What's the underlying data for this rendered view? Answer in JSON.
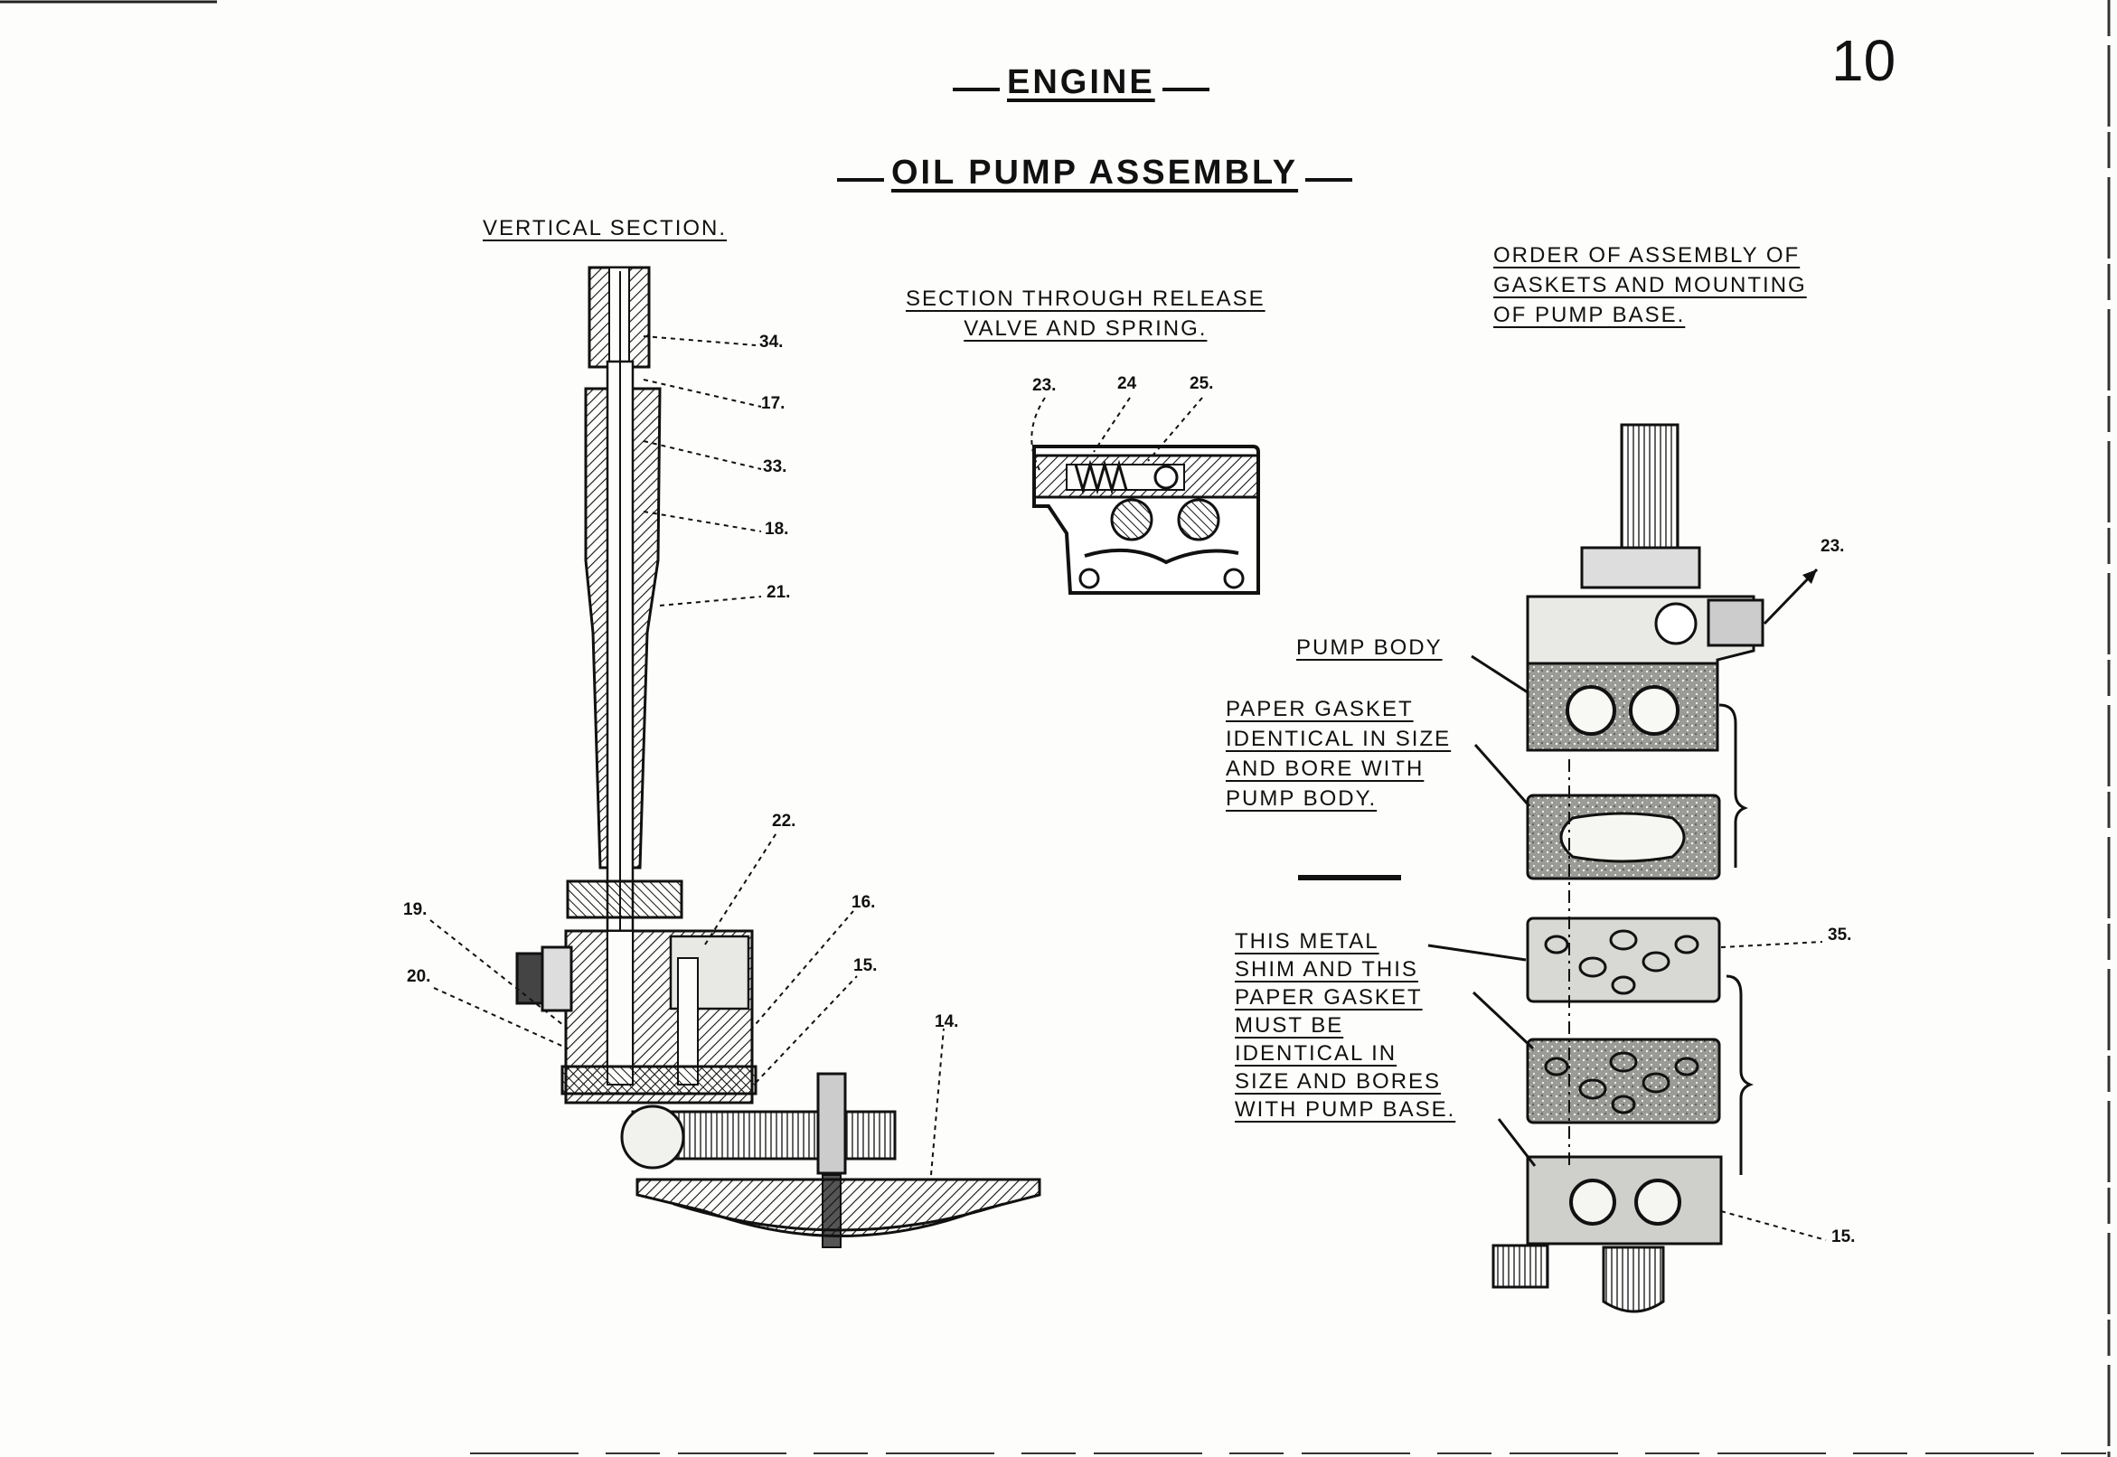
{
  "page": {
    "number": "10",
    "section": "ENGINE",
    "title": "OIL PUMP ASSEMBLY"
  },
  "views": {
    "vertical_section": "VERTICAL SECTION.",
    "release_valve": [
      "SECTION THROUGH RELEASE",
      "VALVE AND SPRING."
    ],
    "assembly_order": [
      "ORDER OF ASSEMBLY OF",
      "GASKETS AND MOUNTING",
      "OF PUMP BASE."
    ]
  },
  "callouts": {
    "pump_body": "PUMP BODY",
    "paper_gasket": [
      "PAPER GASKET",
      "IDENTICAL IN SIZE",
      "AND BORE WITH",
      "PUMP BODY."
    ],
    "metal_shim": [
      "THIS METAL",
      "SHIM AND THIS",
      "PAPER GASKET",
      "MUST BE",
      "IDENTICAL IN",
      "SIZE AND BORES",
      "WITH PUMP BASE."
    ]
  },
  "part_numbers": {
    "vertical": [
      "34.",
      "17.",
      "33.",
      "18.",
      "21.",
      "22.",
      "19.",
      "20.",
      "16.",
      "15.",
      "14."
    ],
    "valve": [
      "23.",
      "24",
      "25."
    ],
    "assembly": [
      "23.",
      "35.",
      "15."
    ]
  }
}
